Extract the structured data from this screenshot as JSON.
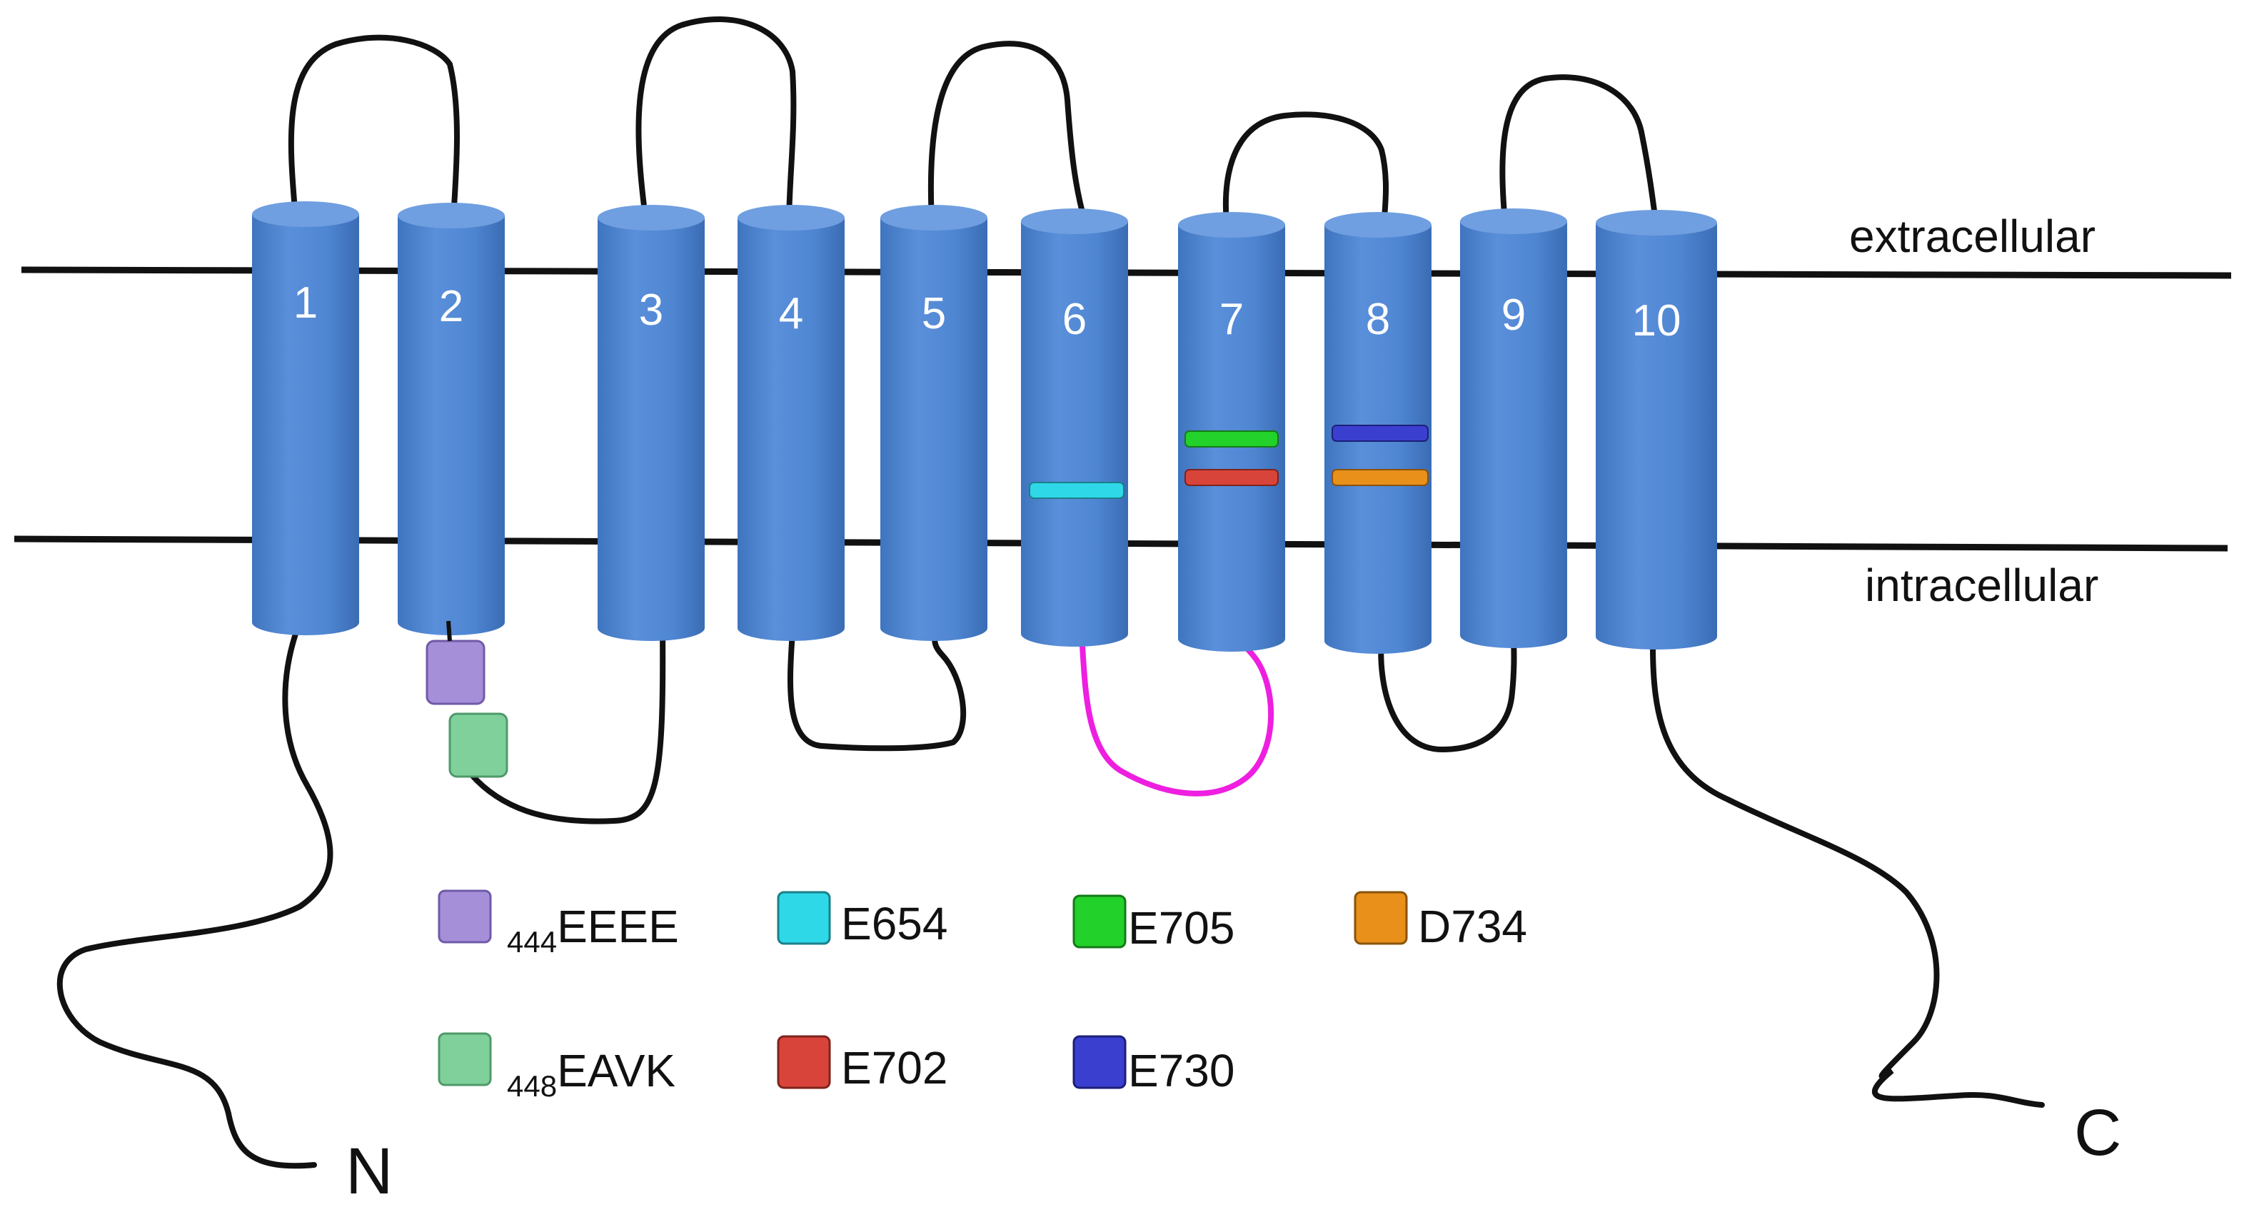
{
  "labels": {
    "extracellular": "extracellular",
    "intracellular": "intracellular",
    "n_terminus": "N",
    "c_terminus": "C"
  },
  "helices": [
    {
      "number": "1"
    },
    {
      "number": "2"
    },
    {
      "number": "3"
    },
    {
      "number": "4"
    },
    {
      "number": "5"
    },
    {
      "number": "6"
    },
    {
      "number": "7"
    },
    {
      "number": "8"
    },
    {
      "number": "9"
    },
    {
      "number": "10"
    }
  ],
  "legend": [
    {
      "id": "eeee-444",
      "subscript": "444",
      "text": "EEEE",
      "color": "#a58fd8"
    },
    {
      "id": "eavk-448",
      "subscript": "448",
      "text": "EAVK",
      "color": "#7fd09a"
    },
    {
      "id": "e654",
      "subscript": "",
      "text": "E654",
      "color": "#2fd8e6"
    },
    {
      "id": "e702",
      "subscript": "",
      "text": "E702",
      "color": "#d9443a"
    },
    {
      "id": "e705",
      "subscript": "",
      "text": "E705",
      "color": "#22d12a"
    },
    {
      "id": "e730",
      "subscript": "",
      "text": "E730",
      "color": "#3b3fd0"
    },
    {
      "id": "d734",
      "subscript": "",
      "text": "D734",
      "color": "#e8901a"
    }
  ],
  "colors": {
    "helix": "#4f86d2",
    "helix_top": "#6f9fe0",
    "membrane_line": "#111111",
    "loop": "#111111",
    "highlight_loop": "#ee1fe0"
  }
}
